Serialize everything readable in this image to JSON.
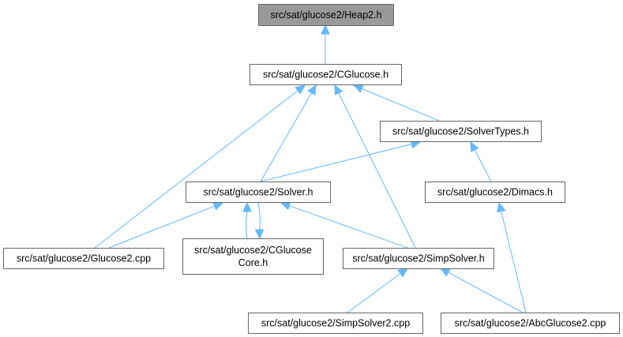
{
  "graph": {
    "nodes": [
      {
        "id": "heap2",
        "lines": [
          "src/sat/glucose2/Heap2.h"
        ],
        "current": true
      },
      {
        "id": "cglucose",
        "lines": [
          "src/sat/glucose2/CGlucose.h"
        ]
      },
      {
        "id": "solvertypes",
        "lines": [
          "src/sat/glucose2/SolverTypes.h"
        ]
      },
      {
        "id": "solver",
        "lines": [
          "src/sat/glucose2/Solver.h"
        ]
      },
      {
        "id": "dimacs",
        "lines": [
          "src/sat/glucose2/Dimacs.h"
        ]
      },
      {
        "id": "glucose2cpp",
        "lines": [
          "src/sat/glucose2/Glucose2.cpp"
        ]
      },
      {
        "id": "cglucosecore",
        "lines": [
          "src/sat/glucose2/CGlucose",
          "Core.h"
        ]
      },
      {
        "id": "simpsolver",
        "lines": [
          "src/sat/glucose2/SimpSolver.h"
        ]
      },
      {
        "id": "simpsolver2cpp",
        "lines": [
          "src/sat/glucose2/SimpSolver2.cpp"
        ]
      },
      {
        "id": "abcglucose2cpp",
        "lines": [
          "src/sat/glucose2/AbcGlucose2.cpp"
        ]
      }
    ],
    "edges": [
      {
        "from": "cglucose",
        "to": "heap2"
      },
      {
        "from": "glucose2cpp",
        "to": "cglucose"
      },
      {
        "from": "solver",
        "to": "cglucose"
      },
      {
        "from": "simpsolver",
        "to": "cglucose"
      },
      {
        "from": "solvertypes",
        "to": "cglucose"
      },
      {
        "from": "solver",
        "to": "solvertypes"
      },
      {
        "from": "dimacs",
        "to": "solvertypes"
      },
      {
        "from": "glucose2cpp",
        "to": "solver"
      },
      {
        "from": "cglucosecore",
        "to": "solver"
      },
      {
        "from": "solver",
        "to": "cglucosecore"
      },
      {
        "from": "simpsolver",
        "to": "solver"
      },
      {
        "from": "abcglucose2cpp",
        "to": "dimacs"
      },
      {
        "from": "simpsolver2cpp",
        "to": "simpsolver"
      },
      {
        "from": "abcglucose2cpp",
        "to": "simpsolver"
      }
    ],
    "colors": {
      "edge": "#63b8ff",
      "current_fill": "#999999",
      "border": "#666666"
    }
  }
}
